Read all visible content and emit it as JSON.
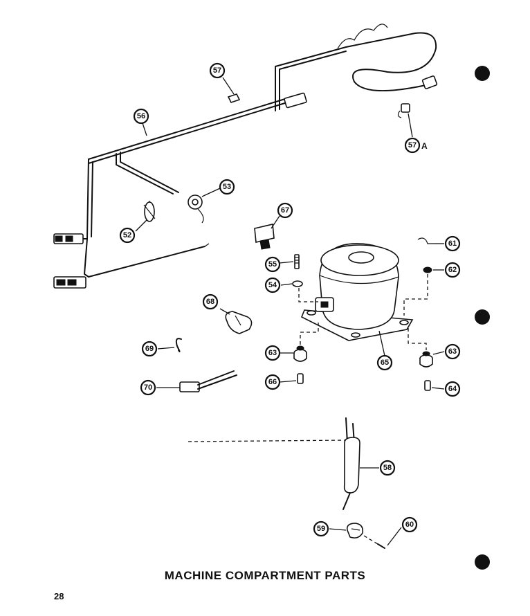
{
  "title": "MACHINE COMPARTMENT PARTS",
  "page_number": "28",
  "callouts": [
    {
      "id": "c52",
      "label": "52"
    },
    {
      "id": "c53",
      "label": "53"
    },
    {
      "id": "c54",
      "label": "54"
    },
    {
      "id": "c55",
      "label": "55"
    },
    {
      "id": "c56",
      "label": "56"
    },
    {
      "id": "c57",
      "label": "57"
    },
    {
      "id": "c57a",
      "label": "57",
      "suffix": "A"
    },
    {
      "id": "c58",
      "label": "58"
    },
    {
      "id": "c59",
      "label": "59"
    },
    {
      "id": "c60",
      "label": "60"
    },
    {
      "id": "c61",
      "label": "61"
    },
    {
      "id": "c62",
      "label": "62"
    },
    {
      "id": "c63a",
      "label": "63"
    },
    {
      "id": "c63b",
      "label": "63"
    },
    {
      "id": "c64",
      "label": "64"
    },
    {
      "id": "c65",
      "label": "65"
    },
    {
      "id": "c66",
      "label": "66"
    },
    {
      "id": "c67",
      "label": "67"
    },
    {
      "id": "c68",
      "label": "68"
    },
    {
      "id": "c69",
      "label": "69"
    },
    {
      "id": "c70",
      "label": "70"
    }
  ]
}
